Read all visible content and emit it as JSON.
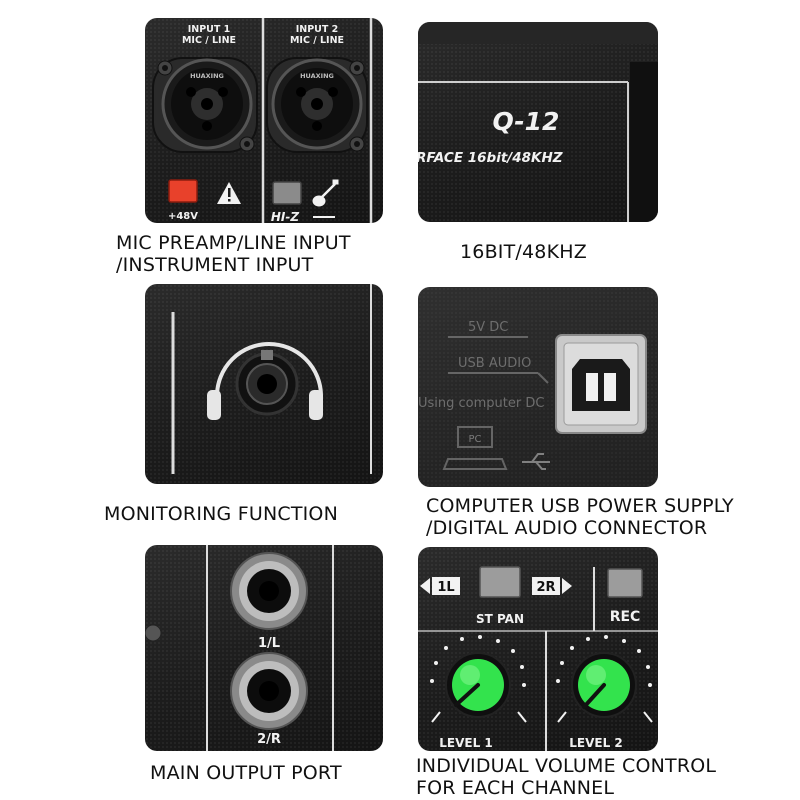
{
  "panels": {
    "mic_input": {
      "input1_line1": "INPUT 1",
      "input1_line2": "MIC / LINE",
      "input2_line1": "INPUT 2",
      "input2_line2": "MIC / LINE",
      "jack1_brand": "HUAXING",
      "jack2_brand": "HUAXING",
      "phantom_label": "+48V",
      "hiz_label": "HI-Z"
    },
    "interface": {
      "model": "Q-12",
      "spec": "RFACE  16bit/48KHZ"
    },
    "usb": {
      "label_5v": "5V DC",
      "label_usb_audio": "USB AUDIO",
      "label_using_dc": "Using computer DC",
      "label_pc": "PC"
    },
    "output": {
      "jack_1_label": "1/L",
      "jack_2_label": "2/R"
    },
    "level": {
      "pan_left": "1L",
      "pan_right": "2R",
      "st_pan_label": "ST PAN",
      "rec_label": "REC",
      "level1_label": "LEVEL 1",
      "level2_label": "LEVEL 2"
    }
  },
  "captions": {
    "mic_preamp": [
      "MIC PREAMP/LINE INPUT",
      "/INSTRUMENT INPUT"
    ],
    "resolution": [
      "16BIT/48KHZ"
    ],
    "monitoring": [
      "MONITORING FUNCTION"
    ],
    "usb_power": [
      "COMPUTER USB POWER SUPPLY",
      "/DIGITAL AUDIO CONNECTOR"
    ],
    "main_output": [
      "MAIN OUTPUT PORT"
    ],
    "volume": [
      "INDIVIDUAL VOLUME CONTROL",
      "FOR EACH CHANNEL"
    ]
  },
  "colors": {
    "panel_dark": "#1c1c1c",
    "phantom_button": "#e8412b",
    "knob_green": "#33e34d",
    "label_white": "#f2f2f2",
    "caption_text": "#111111"
  }
}
